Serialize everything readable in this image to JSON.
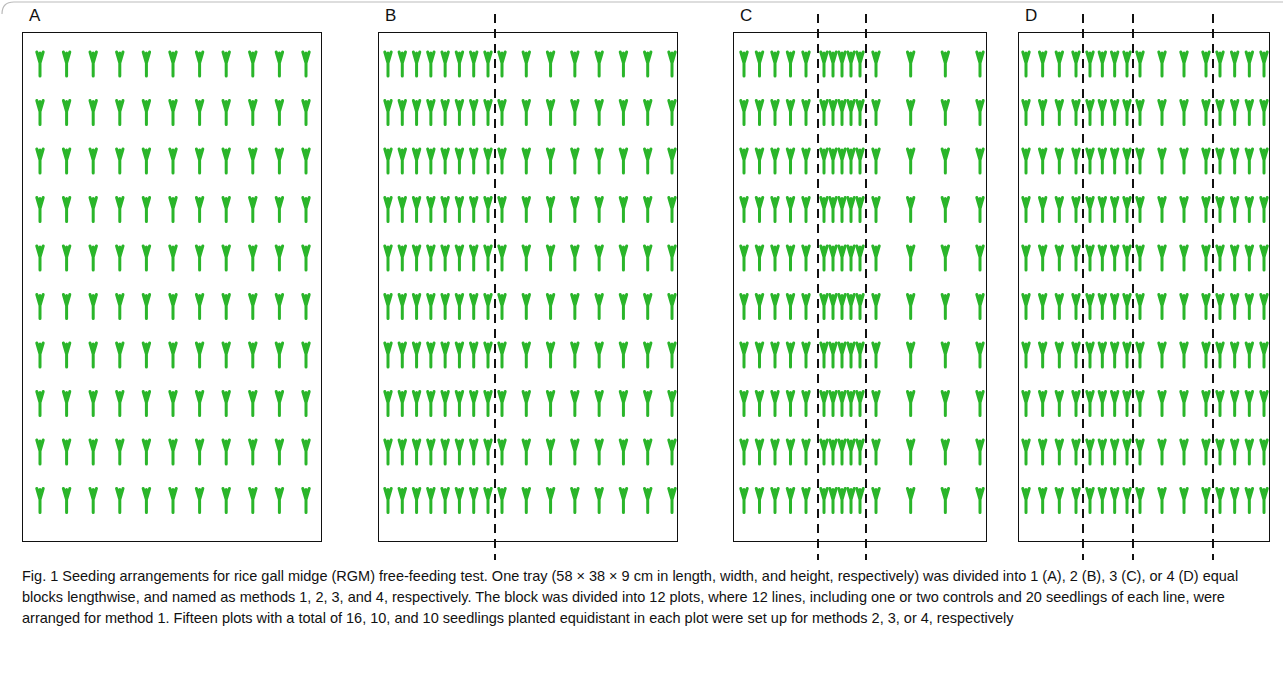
{
  "diagram": {
    "caption": "Fig. 1 Seeding arrangements for rice gall midge (RGM) free-feeding test. One tray (58 × 38 × 9 cm in length, width, and height, respectively) was divided into 1 (A), 2 (B), 3 (C), or 4 (D) equal blocks lengthwise, and named as methods 1, 2, 3, and 4, respectively. The block was divided into 12 plots, where 12 lines, including one or two controls and 20 seedlings of each line, were arranged for method 1. Fifteen plots with a total of 16, 10, and 10 seedlings planted equidistant in each plot were set up for methods 2, 3, or 4, respectively",
    "nodes": [
      {
        "text": [
          "A"
        ]
      },
      {
        "text": [
          "B"
        ]
      },
      {
        "text": [
          "C"
        ]
      },
      {
        "text": [
          "D"
        ]
      }
    ]
  }
}
